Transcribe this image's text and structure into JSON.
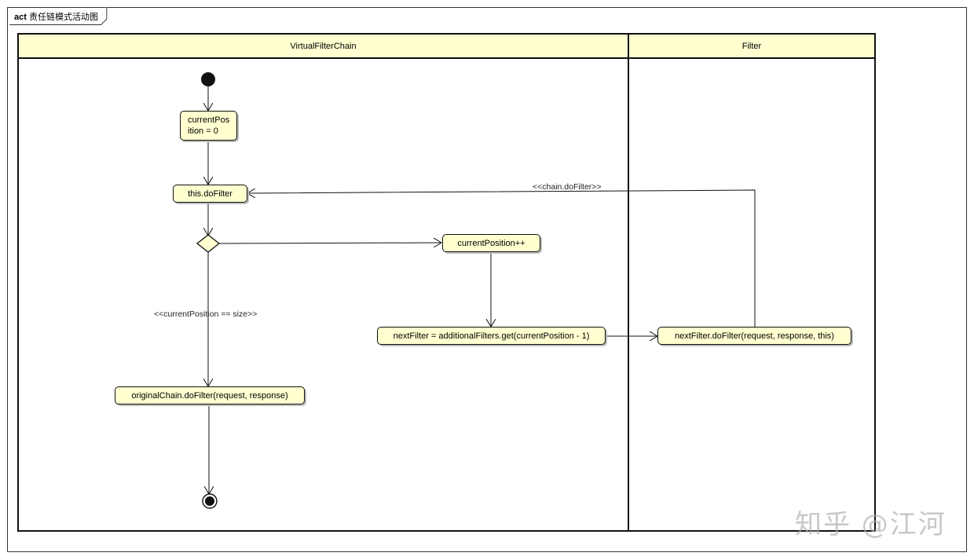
{
  "frame": {
    "keyword": "act",
    "title": "责任链模式活动图"
  },
  "lanes": [
    {
      "name": "VirtualFilterChain"
    },
    {
      "name": "Filter"
    }
  ],
  "nodes": {
    "init_position_line1": "currentPos",
    "init_position_line2": "ition = 0",
    "do_filter": "this.doFilter",
    "increment": "currentPosition++",
    "next_filter_get": "nextFilter = additionalFilters.get(currentPosition - 1)",
    "original_chain": "originalChain.doFilter(request, response)",
    "next_filter_do": "nextFilter.doFilter(request, response, this)"
  },
  "guards": {
    "chain_do_filter": "<<chain.doFilter>>",
    "position_equals_size": "<<currentPosition == size>>"
  },
  "watermark": "知乎 @江河",
  "colors": {
    "node_fill": "#ffffd0",
    "line": "#111111"
  }
}
